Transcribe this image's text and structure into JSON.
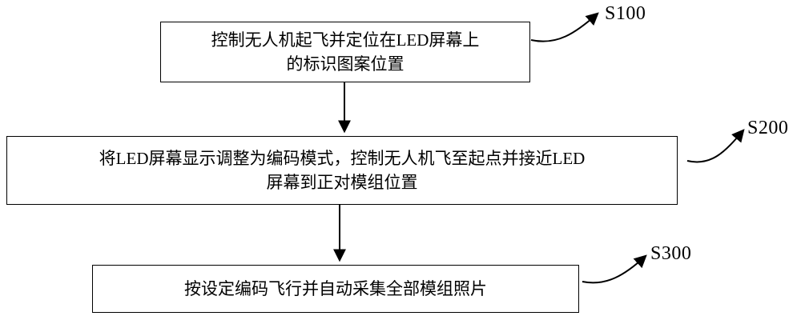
{
  "figure": {
    "steps": [
      {
        "label": "S100",
        "lines": [
          "控制无人机起飞并定位在LED屏幕上",
          "的标识图案位置"
        ]
      },
      {
        "label": "S200",
        "lines": [
          "将LED屏幕显示调整为编码模式，控制无人机飞至起点并接近LED",
          "屏幕到正对模组位置"
        ]
      },
      {
        "label": "S300",
        "lines": [
          "按设定编码飞行并自动采集全部模组照片"
        ]
      }
    ]
  }
}
